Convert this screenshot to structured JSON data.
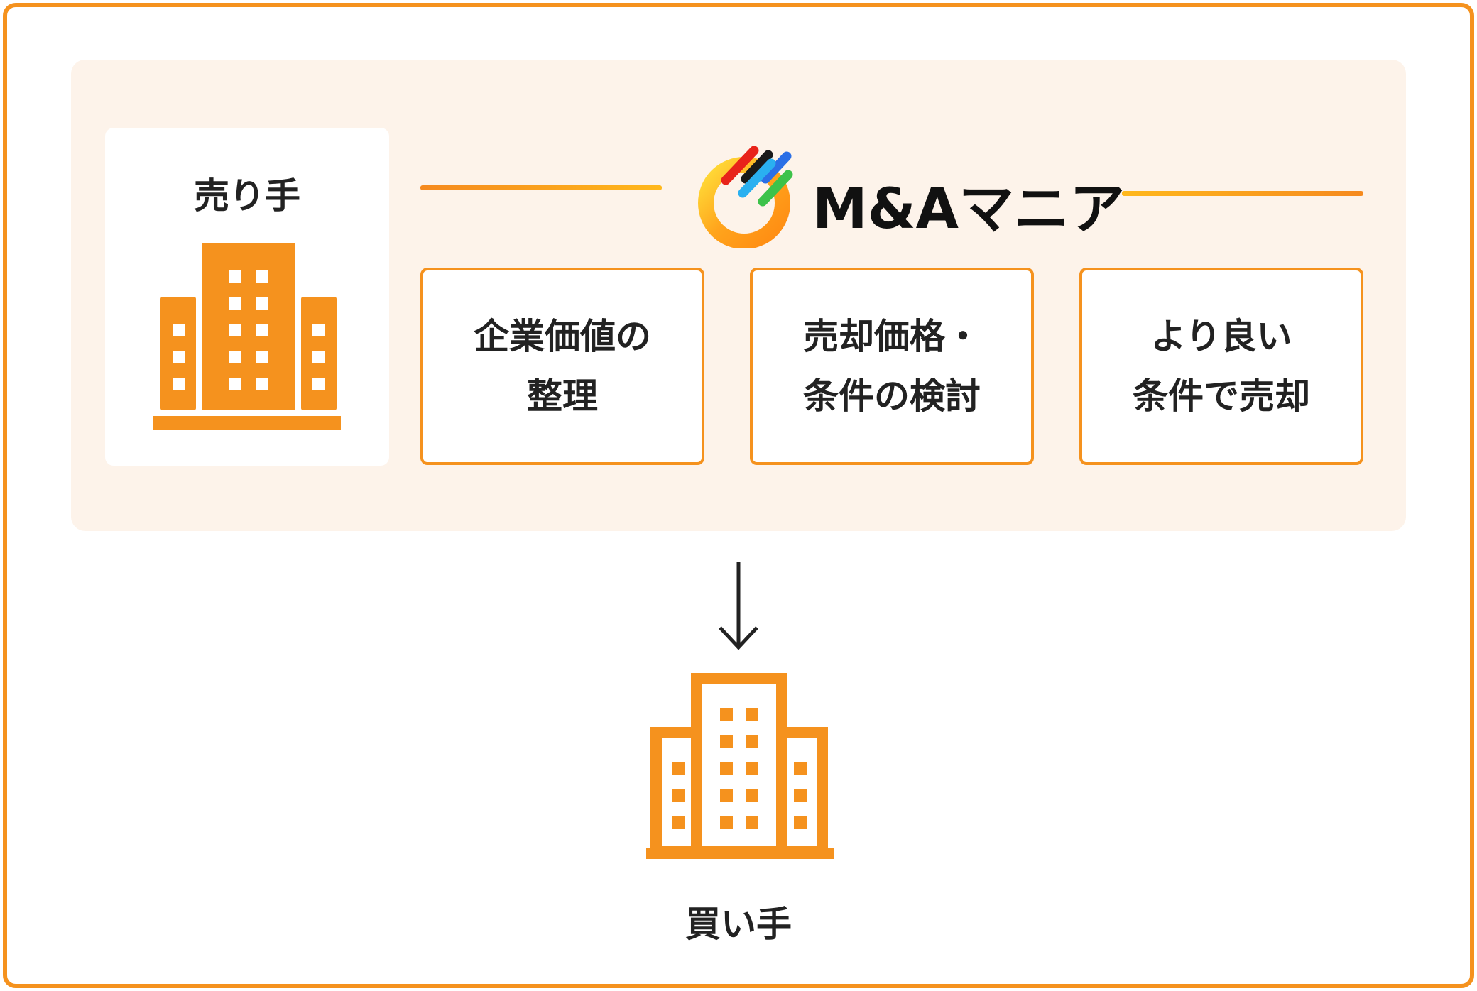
{
  "seller": {
    "label": "売り手"
  },
  "logo": {
    "text": "M&Aマニア"
  },
  "steps": [
    {
      "text": "企業価値の\n整理"
    },
    {
      "text": "売却価格・\n条件の検討"
    },
    {
      "text": "より良い\n条件で売却"
    }
  ],
  "buyer": {
    "label": "買い手"
  },
  "colors": {
    "accent": "#f5921e",
    "panel_bg": "#fdf3ea",
    "text": "#222222"
  }
}
